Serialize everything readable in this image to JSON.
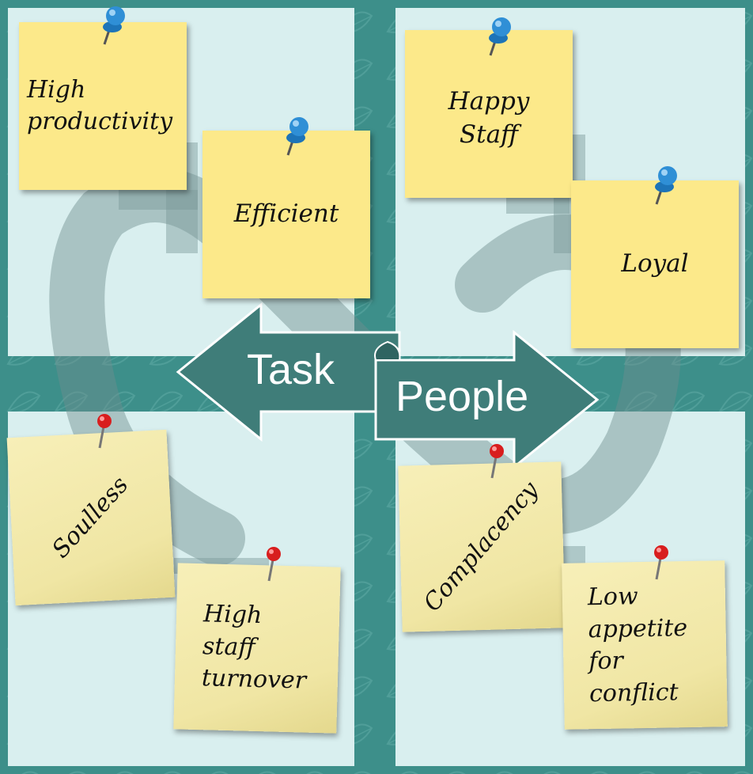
{
  "arrows": {
    "left_label": "Task",
    "right_label": "People"
  },
  "notes": {
    "top_left_1": [
      "High",
      "productivity"
    ],
    "top_left_2": [
      "Efficient"
    ],
    "top_right_1": [
      "Happy",
      "Staff"
    ],
    "top_right_2": [
      "Loyal"
    ],
    "bottom_left_1": [
      "Soulless"
    ],
    "bottom_left_2": [
      "High",
      "staff",
      "turnover"
    ],
    "bottom_right_1": [
      "Complacency"
    ],
    "bottom_right_2": [
      "Low",
      "appetite",
      "for",
      "conflict"
    ]
  },
  "colors": {
    "background": "#3d8f8a",
    "panel": "#d9efef",
    "arrow_fill": "#3f7d79",
    "yellow_note": "#fce98a",
    "cream_note": "#f2e9a8",
    "blue_pin": "#2f8fd6",
    "red_pin": "#d81e1e"
  },
  "icons": {
    "top_pins": "blue-pushpin-icon",
    "bottom_pins": "red-pushpin-icon"
  }
}
